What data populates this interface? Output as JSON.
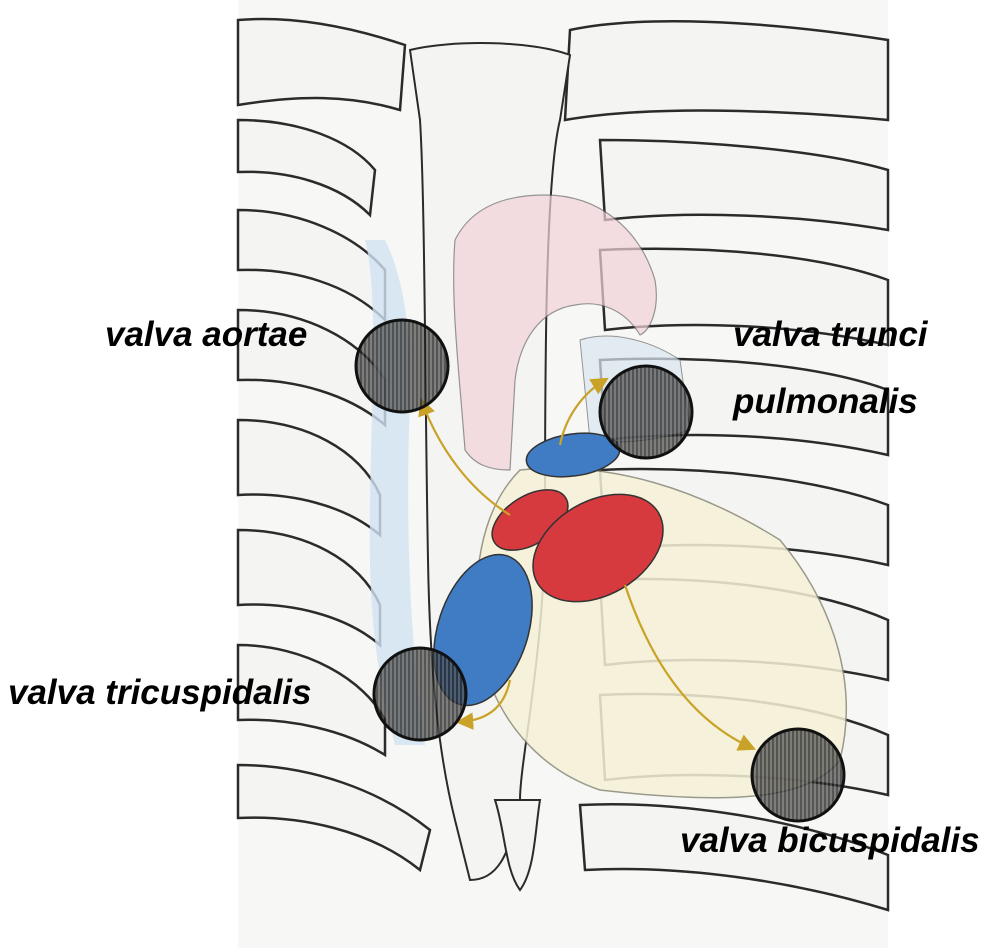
{
  "labels": {
    "aortic": "valva aortae",
    "pulmonary_line1": "valva trunci",
    "pulmonary_line2": "pulmonalis",
    "tricuspid": "valva tricuspidalis",
    "bicuspid": "valva bicuspidalis"
  },
  "colors": {
    "arterial_valve": "#d63a3f",
    "venous_valve": "#3f7cc4",
    "auscultation_marker": "#1a1a1a",
    "arrow": "#c9a227",
    "bone": "#f4f4f2",
    "bone_outline": "#2b2b2b",
    "venous_tint": "#cfe2f1",
    "arterial_tint": "#f3d3d8",
    "ventricle_tint": "#f6f1d6"
  }
}
